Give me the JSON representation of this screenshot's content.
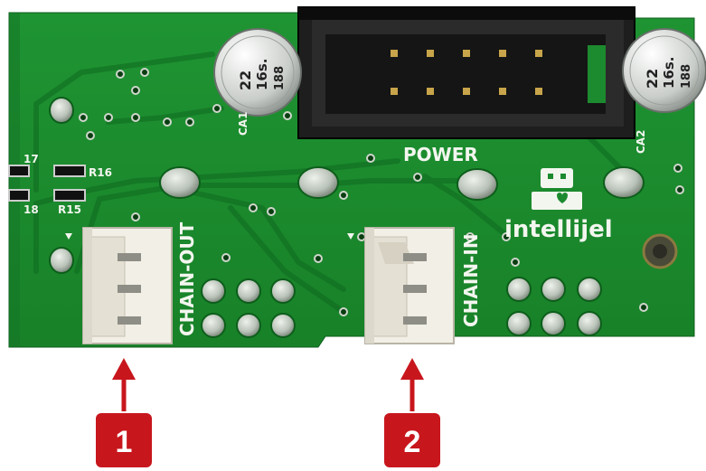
{
  "board": {
    "power_label": "POWER",
    "chain_out_label": "CHAIN-OUT",
    "chain_in_label": "CHAIN-IN",
    "brand_label": "intellijel",
    "ref_r16": "R16",
    "ref_r15": "R15",
    "ref_r17_partial": "17",
    "ref_r18_partial": "18",
    "ref_ca1": "CA1",
    "ref_ca2": "CA2"
  },
  "capacitors": {
    "left": {
      "line1": "22",
      "line2": "16s.",
      "line3": "188"
    },
    "right": {
      "line1": "22",
      "line2": "16s.",
      "line3": "188"
    }
  },
  "callouts": [
    {
      "number": "1"
    },
    {
      "number": "2"
    }
  ],
  "colors": {
    "pcb_green": "#1c8a2e",
    "pcb_dark": "#0f6a20",
    "callout_red": "#c8161d",
    "connector_white": "#f2efe6"
  }
}
